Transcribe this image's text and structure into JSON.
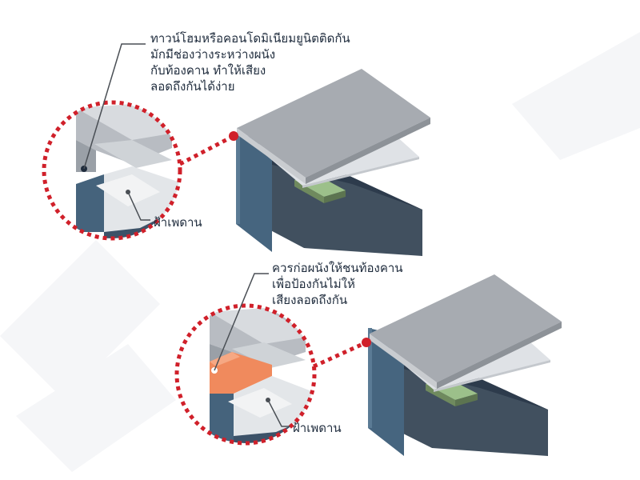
{
  "callouts": [
    {
      "lines": [
        "ทาวน์โฮมหรือคอนโดมิเนียมยูนิตติดกัน",
        "มักมีช่องว่างระหว่างผนัง",
        "กับท้องคาน ทำให้เสียง",
        "ลอดถึงกันได้ง่าย"
      ],
      "ceiling_label": "ฝ้าเพดาน"
    },
    {
      "lines": [
        "ควรก่อผนังให้ชนท้องคาน",
        "เพื่อป้องกันไม่ให้",
        "เสียงลอดถึงกัน"
      ],
      "ceiling_label": "ฝ้าเพดาน"
    }
  ],
  "colors": {
    "accent_dotted": "#d0202a",
    "wall_blue": "#3e5a74",
    "slab_gray": "#a4a8ae",
    "infill_orange": "#f08a5d",
    "text": "#1e2b3c"
  }
}
